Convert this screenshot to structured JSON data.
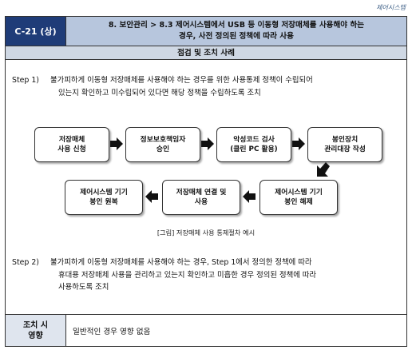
{
  "header_note": "제어시스템",
  "item": {
    "code": "C-21 (상)",
    "title_line1": "8. 보안관리 > 8.3 제어시스템에서 USB 등 이동형 저장매체를 사용해야 하는",
    "title_line2": "경우, 사전 정의된 정책에 따라 사용"
  },
  "section_title": "점검 및 조치 사례",
  "step1": {
    "label": "Step 1)",
    "line1": "불가피하게 이동형 저장매체를 사용해야 하는 경우를 위한 사용통제 정책이 수립되어",
    "line2": "있는지 확인하고 미수립되어 있다면 해당 정책을 수립하도록 조치"
  },
  "flow": {
    "row1": [
      {
        "l1": "저장매체",
        "l2": "사용 신청"
      },
      {
        "l1": "정보보호책임자",
        "l2": "승인"
      },
      {
        "l1": "악성코드 검사",
        "l2": "(클린 PC 활용)"
      },
      {
        "l1": "봉인장치",
        "l2": "관리대장 작성"
      }
    ],
    "row2": [
      {
        "l1": "제어시스템 기기",
        "l2": "봉인 원복"
      },
      {
        "l1": "저장매체 연결 및",
        "l2": "사용"
      },
      {
        "l1": "제어시스템 기기",
        "l2": "봉인 해제"
      }
    ],
    "caption": "[그림] 저장매체 사용 통제절차 예시"
  },
  "step2": {
    "label": "Step 2)",
    "line1": "불가피하게 이동형 저장매체를 사용해야 하는 경우, Step 1에서 정의한 정책에 따라",
    "line2": "휴대용 저장매체 사용을 관리하고 있는지 확인하고 미흡한 경우 정의된 정책에 따라",
    "line3": "사용하도록 조치"
  },
  "impact": {
    "label_line1": "조치 시",
    "label_line2": "영향",
    "value": "일반적인 경우 영향 없음"
  },
  "colors": {
    "code_bg": "#1f3c78",
    "title_bg": "#b7c6dd",
    "section_bg": "#cfd8e4"
  }
}
